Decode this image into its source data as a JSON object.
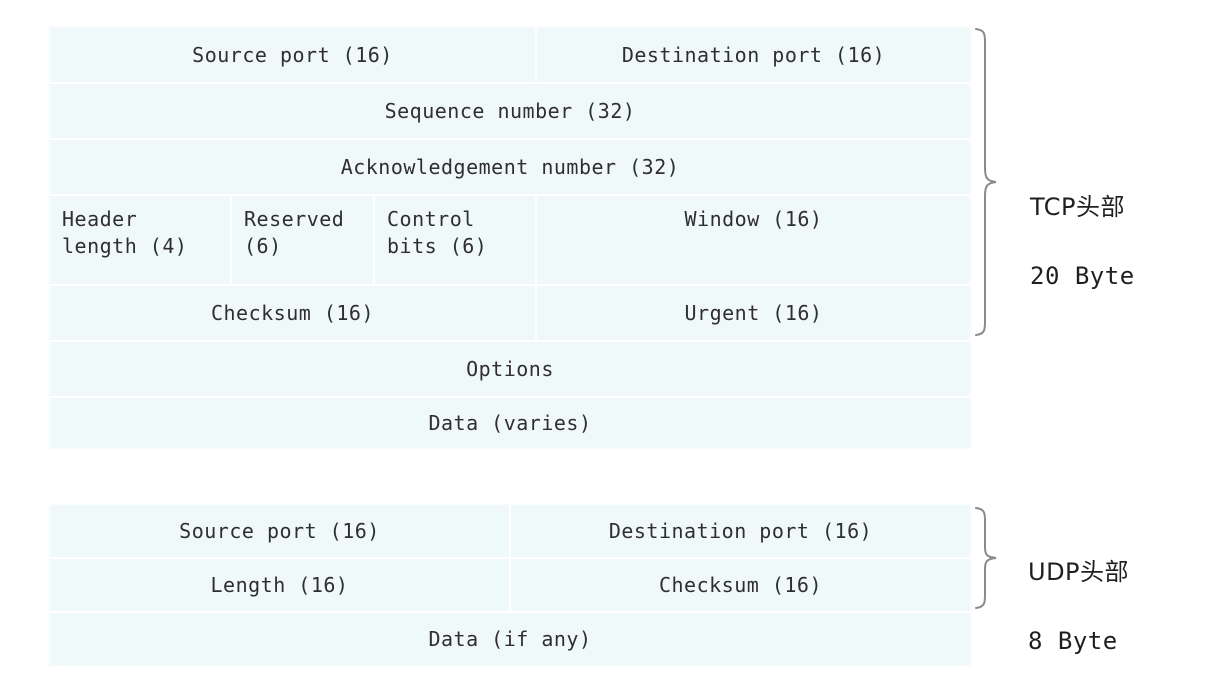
{
  "figure": {
    "background_color": "#ffffff",
    "cell_fill_color": "#f0f9fa",
    "grid_line_color": "#ffffff",
    "text_color": "#2f2f2f",
    "brace_color": "#8a8a8a"
  },
  "tcp": {
    "rows": [
      {
        "cells": [
          {
            "label": "Source port (16)",
            "span": "half-left"
          },
          {
            "label": "Destination port (16)",
            "span": "half-right"
          }
        ]
      },
      {
        "cells": [
          {
            "label": "Sequence number (32)",
            "span": "full"
          }
        ]
      },
      {
        "cells": [
          {
            "label": "Acknowledgement number (32)",
            "span": "full"
          }
        ]
      },
      {
        "cells": [
          {
            "label": "Header\nlength (4)",
            "span": "quarter-1"
          },
          {
            "label": "Reserved\n(6)",
            "span": "quarter-2"
          },
          {
            "label": "Control\nbits (6)",
            "span": "quarter-3"
          },
          {
            "label": "Window (16)",
            "span": "half-right"
          }
        ]
      },
      {
        "cells": [
          {
            "label": "Checksum (16)",
            "span": "half-left"
          },
          {
            "label": "Urgent (16)",
            "span": "half-right"
          }
        ]
      },
      {
        "cells": [
          {
            "label": "Options",
            "span": "full"
          }
        ]
      },
      {
        "cells": [
          {
            "label": "Data (varies)",
            "span": "full"
          }
        ]
      }
    ],
    "side_label": {
      "line1": "TCP头部",
      "line2": "20 Byte"
    }
  },
  "udp": {
    "rows": [
      {
        "cells": [
          {
            "label": "Source port (16)",
            "span": "half-left"
          },
          {
            "label": "Destination port (16)",
            "span": "half-right"
          }
        ]
      },
      {
        "cells": [
          {
            "label": "Length (16)",
            "span": "half-left"
          },
          {
            "label": "Checksum (16)",
            "span": "half-right"
          }
        ]
      },
      {
        "cells": [
          {
            "label": "Data (if any)",
            "span": "full"
          }
        ]
      }
    ],
    "side_label": {
      "line1": "UDP头部",
      "line2": "8 Byte"
    }
  }
}
